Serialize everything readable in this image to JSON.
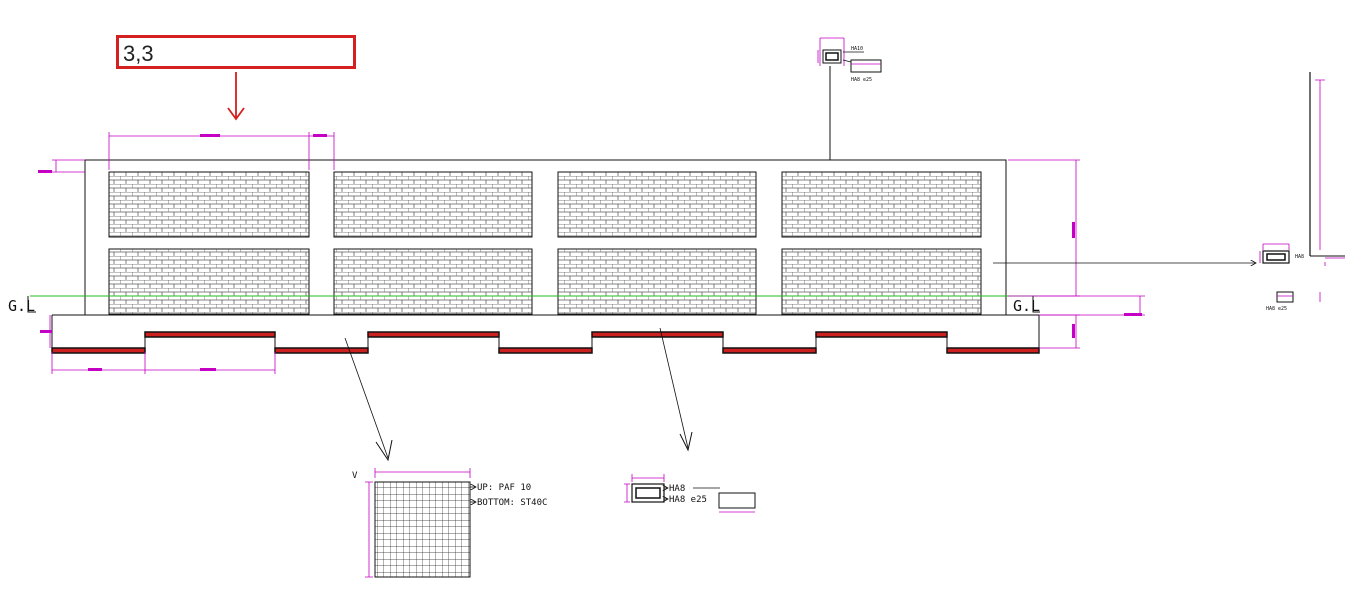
{
  "callout": {
    "text": "3,3"
  },
  "labels": {
    "gl_left": "G.L",
    "gl_right": "G.L",
    "mesh_up": "UP: PAF 10",
    "mesh_bottom": "BOTTOM: ST40C",
    "beam_main_bar": "HA8",
    "beam_stirrup": "HA8 e25",
    "top_detail_bar": "HA10",
    "top_detail_stirrup": "HA8 e25",
    "right_detail_bar": "HA8",
    "right_detail_stirrup": "HA8 e25",
    "mesh_mark": "V"
  },
  "colors": {
    "dimension": "#c400c4",
    "ground_line": "#22bb22",
    "callout_border": "#d42020",
    "footing_red": "#cc2020",
    "line": "#111111"
  }
}
